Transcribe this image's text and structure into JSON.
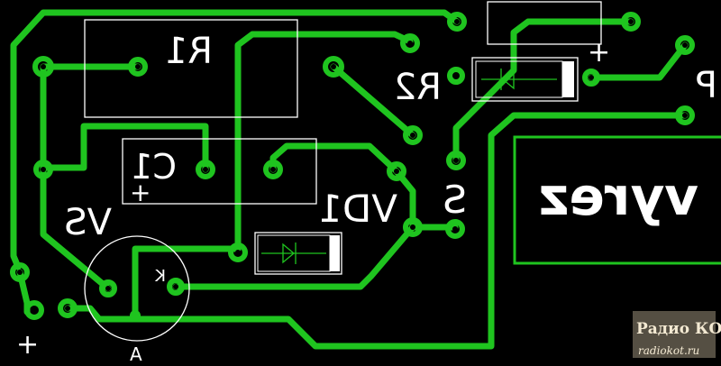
{
  "labels": {
    "r1": "R1",
    "r2": "R2",
    "c1": "C1",
    "c1_polarity": "+",
    "vd1": "VD1",
    "vs": "VS",
    "s": "S",
    "p": "P",
    "plus_diode": "+",
    "plus_bottom": "+",
    "pin_k": "K",
    "pin_a": "A",
    "cutout": "vyrez"
  },
  "watermark": {
    "title": "Радио КОТ",
    "url": "radiokot.ru"
  },
  "colors": {
    "background": "#000000",
    "copper": "#1fc41f",
    "silkscreen": "#ffffff"
  }
}
